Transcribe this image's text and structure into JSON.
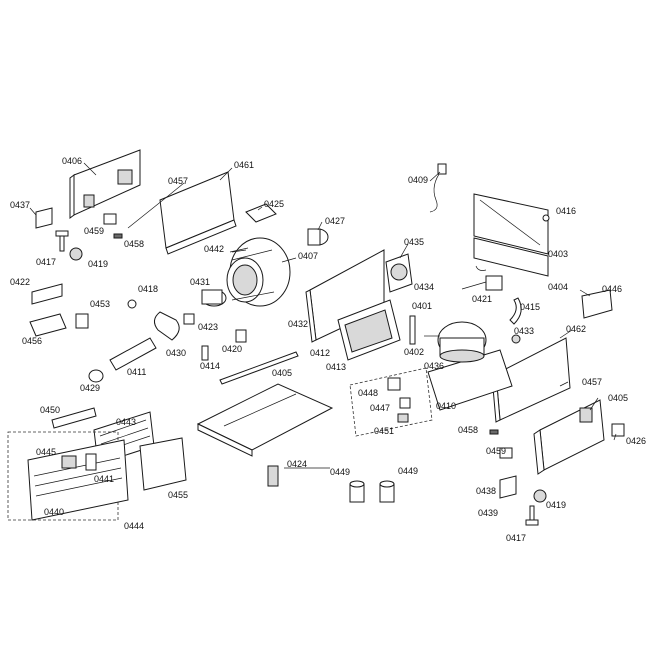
{
  "callouts": {
    "c0406a": "0406",
    "c0461": "0461",
    "c0457a": "0457",
    "c0425": "0425",
    "c0437": "0437",
    "c0459a": "0459",
    "c0458a": "0458",
    "c0417a": "0417",
    "c0419a": "0419",
    "c0442": "0442",
    "c0407": "0407",
    "c0427": "0427",
    "c0435": "0435",
    "c0409": "0409",
    "c0416": "0416",
    "c0403": "0403",
    "c0404": "0404",
    "c0446": "0446",
    "c0422": "0422",
    "c0453": "0453",
    "c0418": "0418",
    "c0431": "0431",
    "c0434": "0434",
    "c0421": "0421",
    "c0415": "0415",
    "c0456": "0456",
    "c0423": "0423",
    "c0432": "0432",
    "c0401": "0401",
    "c0433": "0433",
    "c0462": "0462",
    "c0430": "0430",
    "c0420": "0420",
    "c0412": "0412",
    "c0413": "0413",
    "c0402": "0402",
    "c0436": "0436",
    "c0429": "0429",
    "c0411": "0411",
    "c0414": "0414",
    "c0405a": "0405",
    "c0410": "0410",
    "c0457b": "0457",
    "c0448": "0448",
    "c0447": "0447",
    "c0451": "0451",
    "c0450": "0450",
    "c0443": "0443",
    "c0405b": "0405",
    "c0458b": "0458",
    "c0426": "0426",
    "c0445": "0445",
    "c0459b": "0459",
    "c0441": "0441",
    "c0424": "0424",
    "c0449a": "0449",
    "c0449b": "0449",
    "c0455": "0455",
    "c0438": "0438",
    "c0419b": "0419",
    "c0440": "0440",
    "c0439": "0439",
    "c0444": "0444",
    "c0417b": "0417"
  }
}
